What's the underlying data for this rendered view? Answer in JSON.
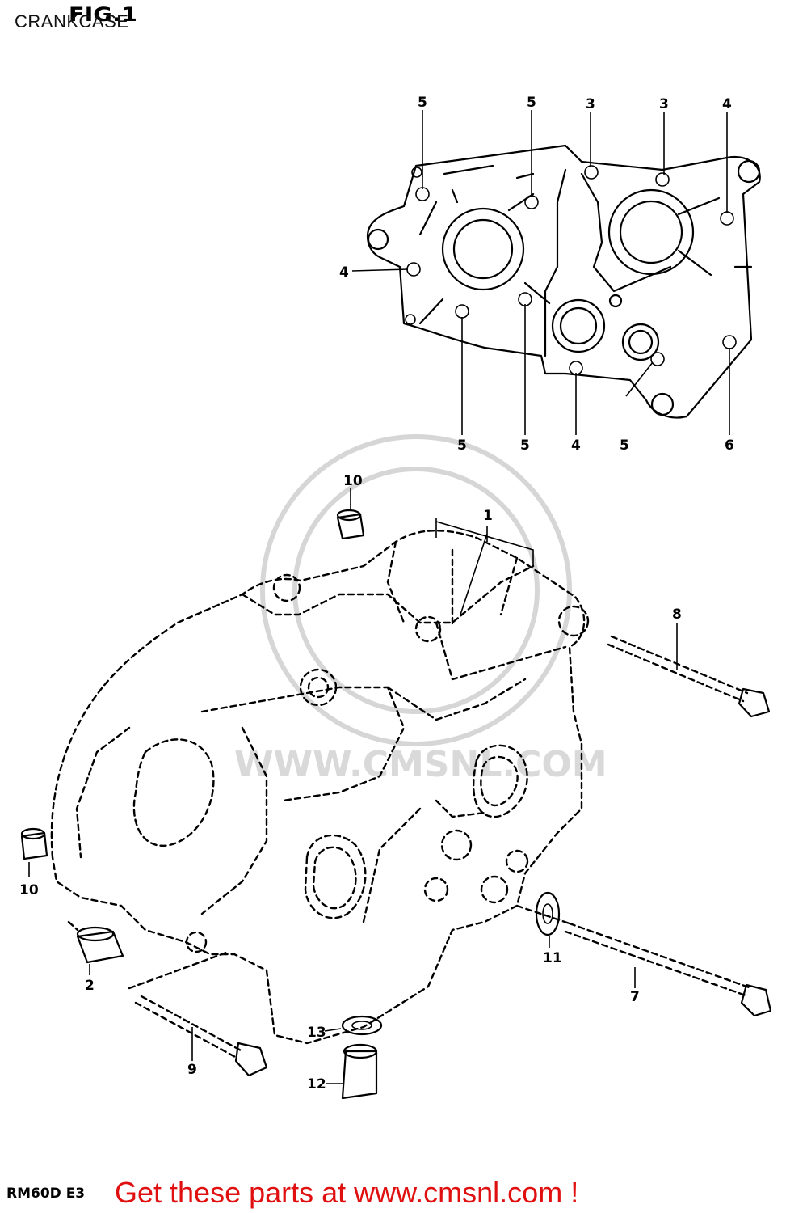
{
  "header": {
    "title": "CRANKCASE",
    "fig_no": "FIG.1"
  },
  "footer": {
    "model": "RM60D E3",
    "promo": "Get these parts at www.cmsnl.com !"
  },
  "watermark": {
    "text": "WWW.CMSNL.COM"
  },
  "callouts": {
    "top_5a": "5",
    "top_5b": "5",
    "top_3a": "3",
    "top_3b": "3",
    "top_4a": "4",
    "left_4": "4",
    "bot_5a": "5",
    "bot_5b": "5",
    "bot_4": "4",
    "bot_5c": "5",
    "bot_6": "6",
    "p1": "1",
    "p2": "2",
    "p7": "7",
    "p8": "8",
    "p9": "9",
    "p10a": "10",
    "p10b": "10",
    "p11": "11",
    "p12": "12",
    "p13": "13"
  }
}
